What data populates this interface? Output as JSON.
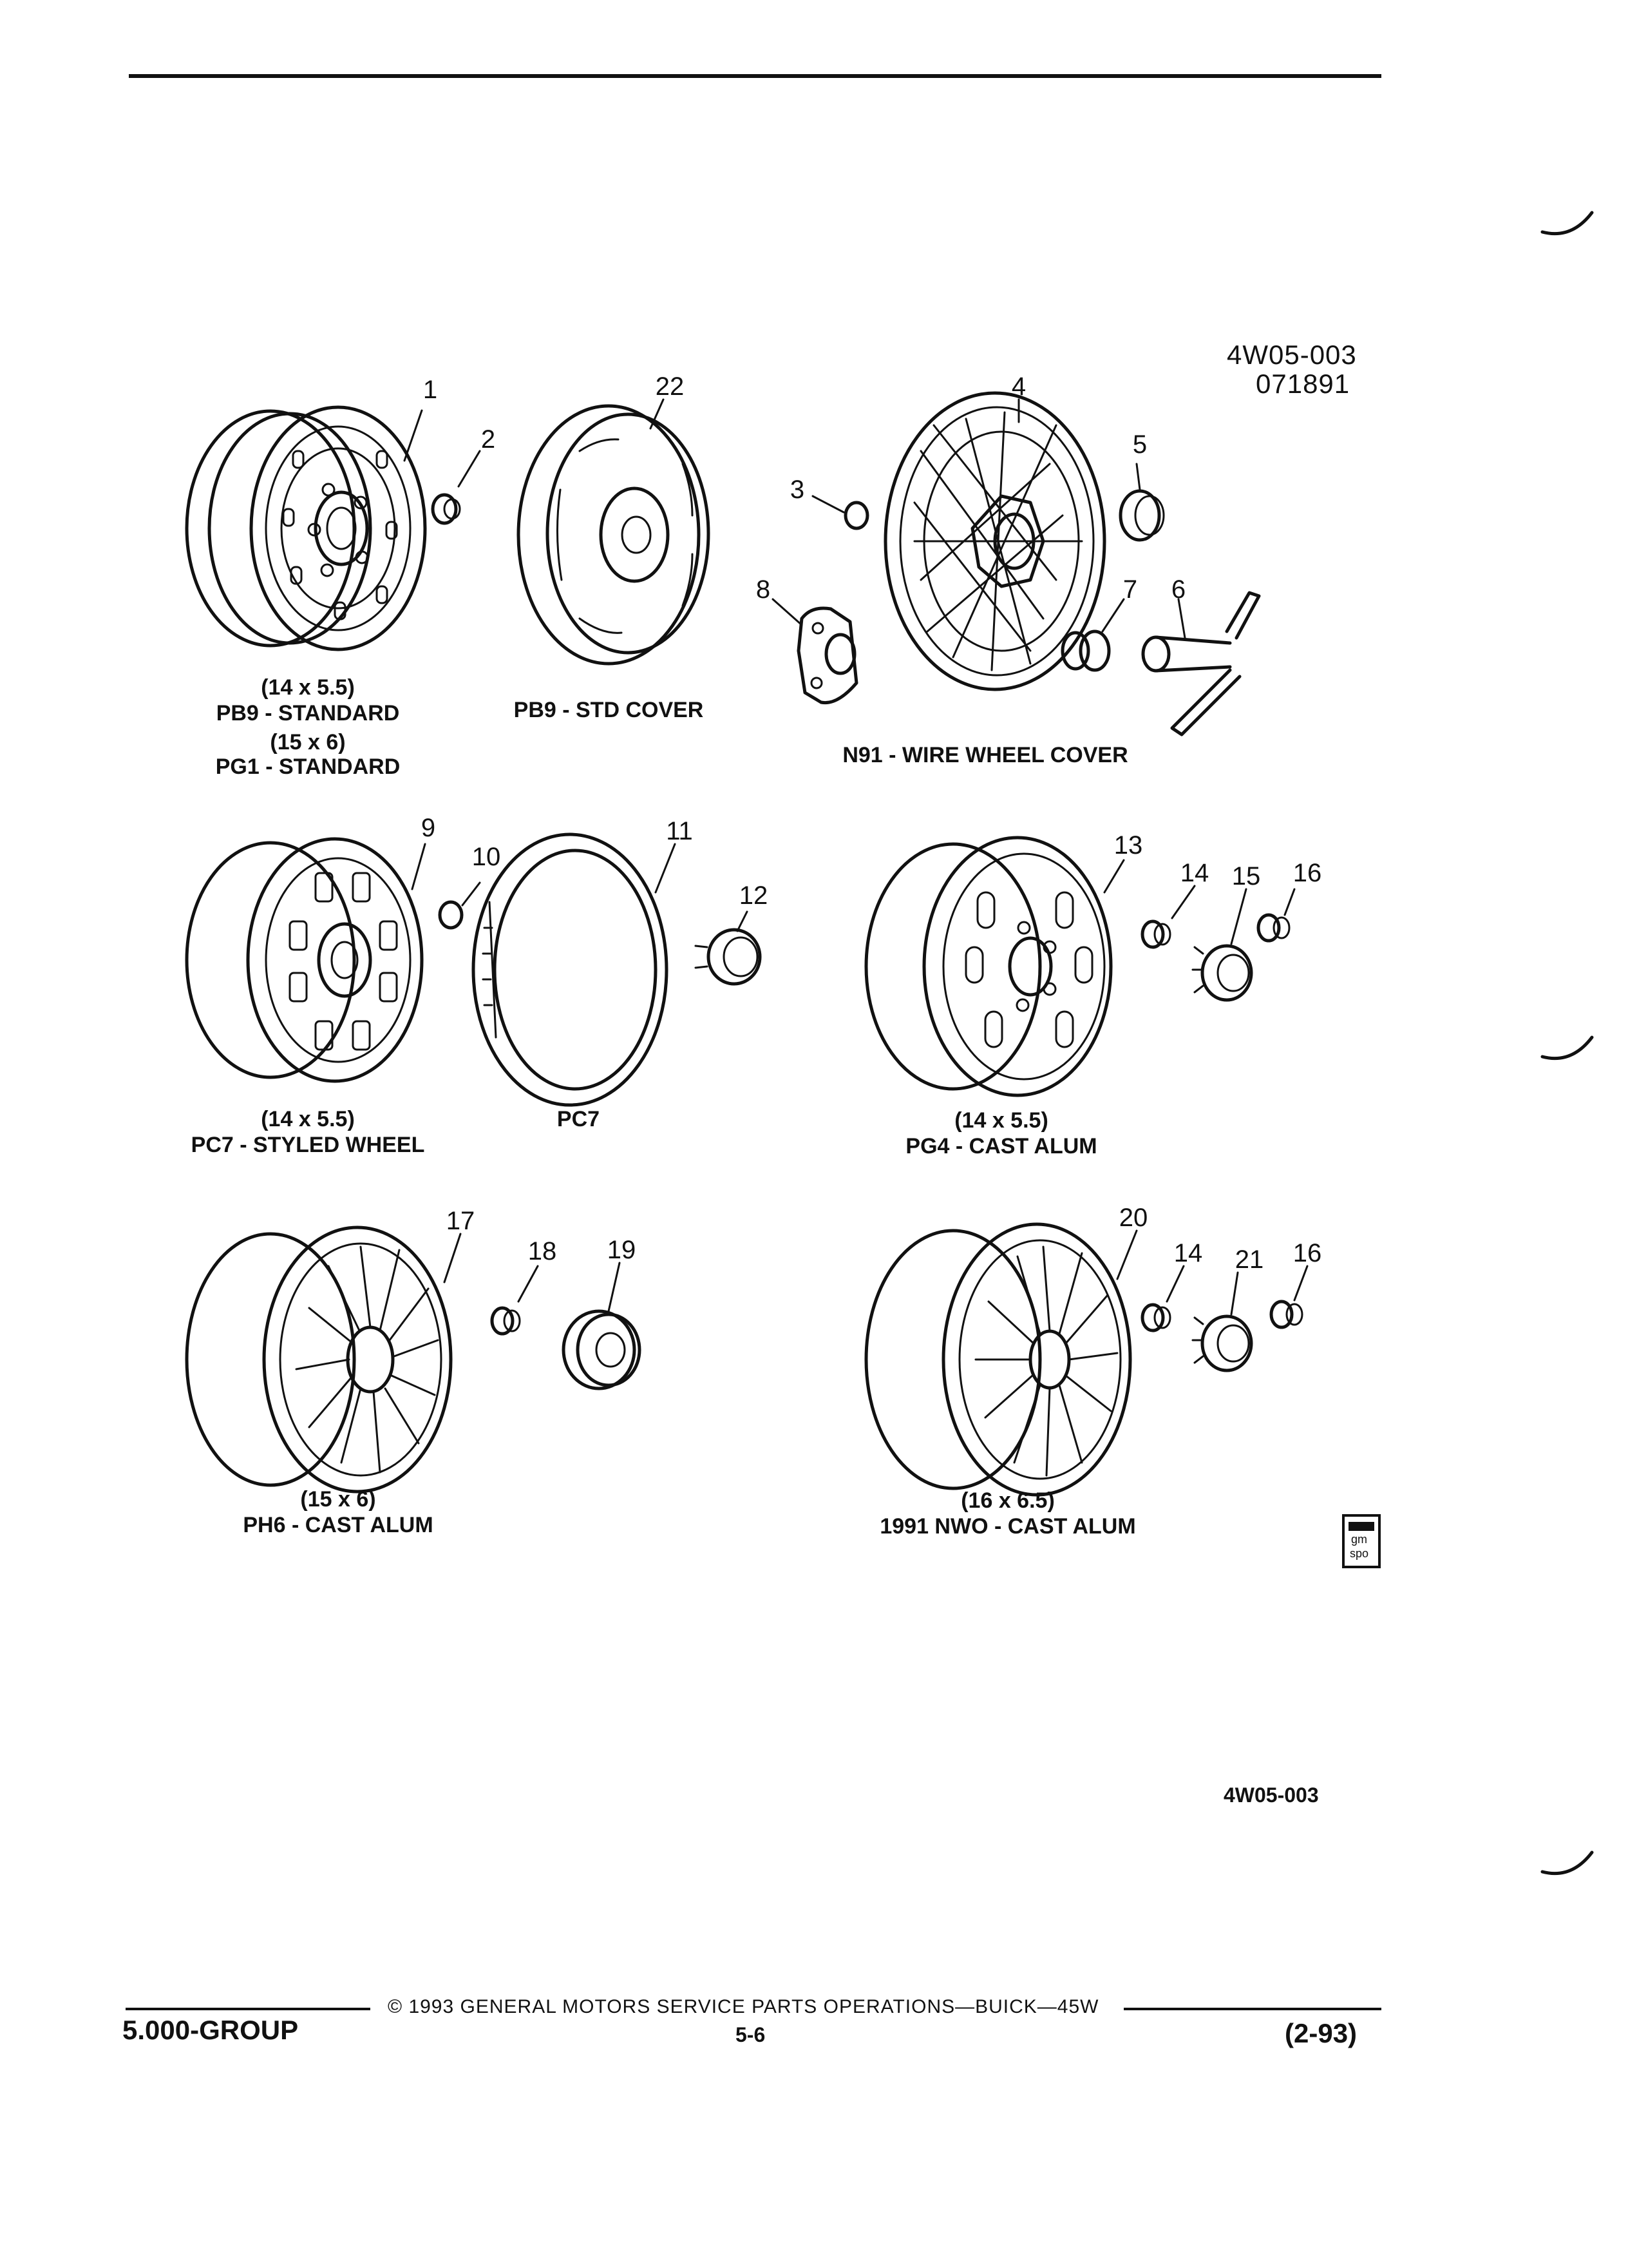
{
  "header": {
    "code_line1": "4W05-003",
    "code_line2": "071891"
  },
  "callouts": {
    "n1": "1",
    "n2": "2",
    "n3": "3",
    "n4": "4",
    "n5": "5",
    "n6": "6",
    "n7": "7",
    "n8": "8",
    "n9": "9",
    "n10": "10",
    "n11": "11",
    "n12": "12",
    "n13": "13",
    "n14a": "14",
    "n15": "15",
    "n16a": "16",
    "n17": "17",
    "n18": "18",
    "n19": "19",
    "n20": "20",
    "n14b": "14",
    "n21": "21",
    "n16b": "16",
    "n22": "22"
  },
  "captions": {
    "standard_l1": "(14 x 5.5)",
    "standard_l2": "PB9 - STANDARD",
    "standard_l3": "(15 x 6)",
    "standard_l4": "PG1 - STANDARD",
    "std_cover": "PB9 - STD COVER",
    "wire_cover": "N91 - WIRE WHEEL COVER",
    "styled_l1": "(14 x 5.5)",
    "styled_l2": "PC7 - STYLED WHEEL",
    "pc7": "PC7",
    "pg4_l1": "(14 x 5.5)",
    "pg4_l2": "PG4 - CAST ALUM",
    "ph6_l1": "(15 x 6)",
    "ph6_l2": "PH6 - CAST ALUM",
    "nwo_l1": "(16 x 6.5)",
    "nwo_l2": "1991 NWO - CAST ALUM"
  },
  "logo": {
    "line1": "gm",
    "line2": "spo"
  },
  "figure_ref": "4W05-003",
  "footer": {
    "copyright": "© 1993 GENERAL MOTORS SERVICE PARTS OPERATIONS—BUICK—45W",
    "group": "5.000-GROUP",
    "page": "5-6",
    "date": "(2-93)"
  }
}
